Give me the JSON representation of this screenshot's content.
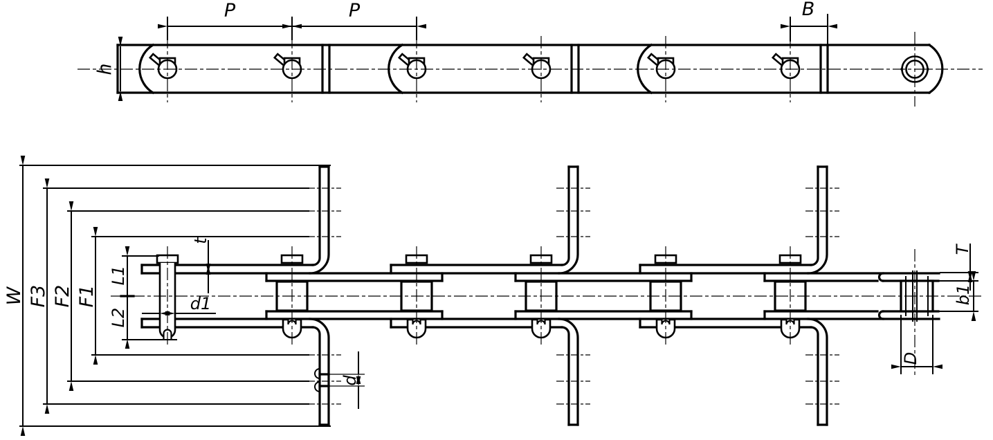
{
  "drawing": {
    "type": "technical drawing - conveyor chain with bent attachments",
    "colors": {
      "line": "#000000",
      "background": "#ffffff"
    }
  },
  "side_view": {
    "description": "chain side elevation",
    "dims": {
      "pitch_1": "P",
      "pitch_2": "P",
      "link_plate_end_width": "B",
      "plate_height": "h"
    }
  },
  "plan_view": {
    "description": "chain plan view with L-shaped attachments bent up and down",
    "dims": {
      "overall_width": "W",
      "hole_line_3": "F3",
      "hole_line_2": "F2",
      "hole_line_1": "F1",
      "pin_length_upper": "L1",
      "pin_length_lower": "L2",
      "pin_diameter": "d1",
      "attachment_thickness": "t",
      "attachment_hole_diameter": "d",
      "roller_diameter": "D",
      "inner_width": "b1",
      "plate_thickness": "T"
    }
  }
}
